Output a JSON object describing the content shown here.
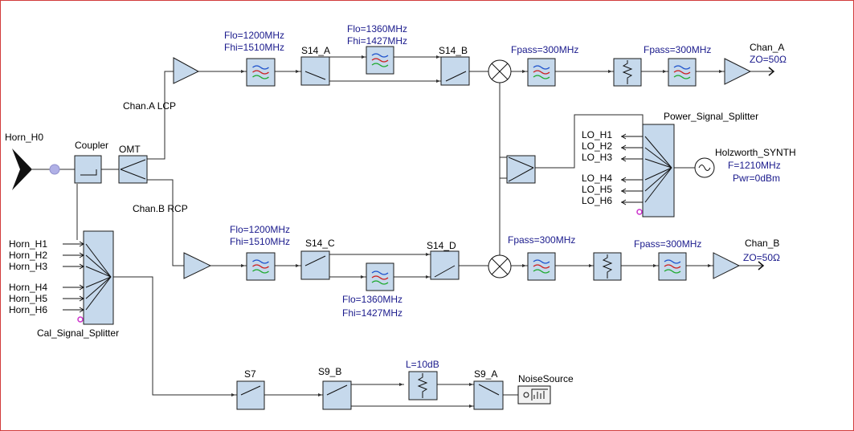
{
  "colors": {
    "component_fill": "#c6d9ec",
    "wire": "#2a2a2a",
    "param_text": "#1a1a8c",
    "label_text": "#000000",
    "frame": "#d23c3c",
    "port_marker": "#cc33cc"
  },
  "labels": {
    "horn_h0": "Horn_H0",
    "coupler": "Coupler",
    "omt": "OMT",
    "chan_a_lcp": "Chan.A  LCP",
    "chan_b_rcp": "Chan.B  RCP",
    "cal_splitter": "Cal_Signal_Splitter",
    "power_splitter": "Power_Signal_Splitter",
    "noise_source": "NoiseSource"
  },
  "horns": [
    "Horn_H1",
    "Horn_H2",
    "Horn_H3",
    "Horn_H4",
    "Horn_H5",
    "Horn_H6"
  ],
  "lo_outputs": [
    "LO_H1",
    "LO_H2",
    "LO_H3",
    "LO_H4",
    "LO_H5",
    "LO_H6"
  ],
  "switches": {
    "s14_a": "S14_A",
    "s14_b": "S14_B",
    "s14_c": "S14_C",
    "s14_d": "S14_D",
    "s7": "S7",
    "s9_a": "S9_A",
    "s9_b": "S9_B"
  },
  "params": {
    "a_bpf1_flo": "Flo=1200MHz",
    "a_bpf1_fhi": "Fhi=1510MHz",
    "a_bpf2_flo": "Flo=1360MHz",
    "a_bpf2_fhi": "Fhi=1427MHz",
    "a_fpass1": "Fpass=300MHz",
    "a_fpass2": "Fpass=300MHz",
    "b_bpf1_flo": "Flo=1200MHz",
    "b_bpf1_fhi": "Fhi=1510MHz",
    "b_bpf2_flo": "Flo=1360MHz",
    "b_bpf2_fhi": "Fhi=1427MHz",
    "b_fpass1": "Fpass=300MHz",
    "b_fpass2": "Fpass=300MHz",
    "attenuator": "L=10dB"
  },
  "outputs": {
    "chan_a_name": "Chan_A",
    "chan_a_z": "ZO=50Ω",
    "chan_b_name": "Chan_B",
    "chan_b_z": "ZO=50Ω"
  },
  "synth": {
    "name": "Holzworth_SYNTH",
    "freq": "F=1210MHz",
    "power": "Pwr=0dBm"
  }
}
